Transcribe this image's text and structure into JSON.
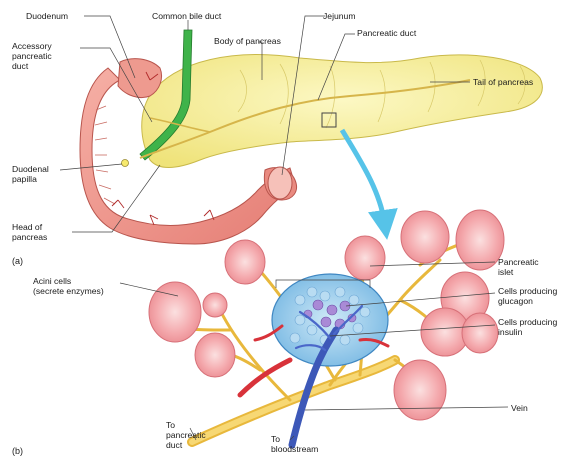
{
  "panel_a": {
    "letter": "(a)",
    "labels": {
      "duodenum": "Duodenum",
      "common_bile_duct": "Common bile duct",
      "jejunum": "Jejunum",
      "accessory_duct_1": "Accessory",
      "accessory_duct_2": "pancreatic",
      "accessory_duct_3": "duct",
      "body_of_pancreas": "Body of pancreas",
      "pancreatic_duct": "Pancreatic duct",
      "tail_of_pancreas": "Tail of pancreas",
      "duodenal_papilla_1": "Duodenal",
      "duodenal_papilla_2": "papilla",
      "head_of_pancreas_1": "Head of",
      "head_of_pancreas_2": "pancreas"
    }
  },
  "panel_b": {
    "letter": "(b)",
    "labels": {
      "acini_1": "Acini cells",
      "acini_2": "(secrete enzymes)",
      "islet_1": "Pancreatic",
      "islet_2": "islet",
      "glucagon_1": "Cells producing",
      "glucagon_2": "glucagon",
      "insulin_1": "Cells producing",
      "insulin_2": "insulin",
      "vein": "Vein",
      "to_duct_1": "To",
      "to_duct_2": "pancreatic",
      "to_duct_3": "duct",
      "to_blood_1": "To",
      "to_blood_2": "bloodstream"
    }
  },
  "colors": {
    "pancreas": "#f7f09a",
    "duodenum": "#ef8f86",
    "bile_duct": "#3fb34a",
    "acini": "#f08c93",
    "islet": "#8fc8ec",
    "glucagon_cells": "#a98ad6",
    "vein": "#4a67c9",
    "artery": "#d8323a",
    "duct": "#f2c94a",
    "arrow": "#56c3e8"
  }
}
